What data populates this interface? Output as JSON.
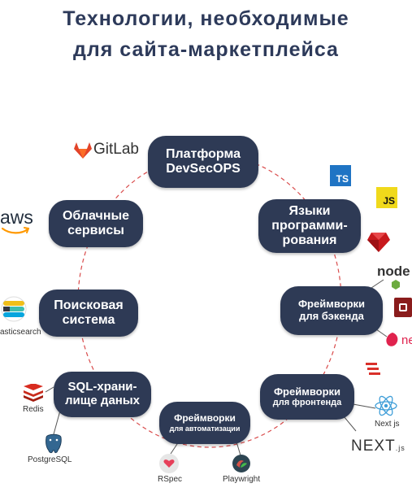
{
  "title": {
    "line1": "Технологии, необходимые",
    "line2": "для сайта-маркетплейса"
  },
  "nodes": {
    "devsecops": {
      "line1": "Платформа",
      "line2": "DevSecOPS"
    },
    "languages": {
      "line1": "Языки",
      "line2": "программи-",
      "line3": "рования"
    },
    "backend": {
      "line1": "Фреймворки",
      "line2": "для бэкенда"
    },
    "frontend": {
      "line1": "Фреймворки",
      "line2": "для фронтенда"
    },
    "automation": {
      "line1": "Фреймворки",
      "line2": "для автоматизации"
    },
    "sql": {
      "line1": "SQL-храни-",
      "line2": "лище даных"
    },
    "search": {
      "line1": "Поисковая",
      "line2": "система"
    },
    "cloud": {
      "line1": "Облачные",
      "line2": "сервисы"
    }
  },
  "logos": {
    "gitlab": "GitLab",
    "ts": "TS",
    "js": "JS",
    "node": "node",
    "nest": "ne",
    "next_js_caption": "Next js",
    "next": "NEXT",
    "next_suffix": ".js",
    "redis": "Redis",
    "postgres": "PostgreSQL",
    "elastic": "asticsearch",
    "aws": "aws",
    "rspec": "RSpec",
    "playwright": "Playwright"
  },
  "colors": {
    "pill": "#2e3a55",
    "title": "#2d3a5a",
    "ring": "#d94b4b",
    "gitlab": "#e24329",
    "ts": "#1f74c4",
    "js": "#f0d91b",
    "ruby": "#c8191d",
    "node": "#6cab3f",
    "nest": "#e0234e",
    "react": "#3f9ed8",
    "redis": "#d82c20",
    "postgres": "#336791",
    "aws": "#ff9900"
  }
}
